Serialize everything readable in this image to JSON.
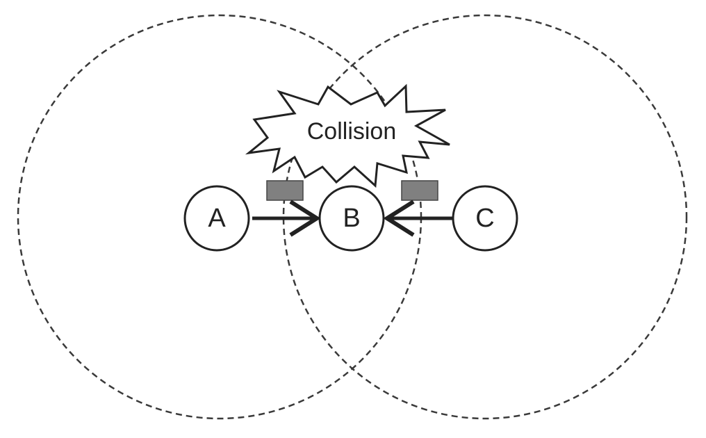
{
  "nodes": {
    "a": {
      "label": "A"
    },
    "b": {
      "label": "B"
    },
    "c": {
      "label": "C"
    }
  },
  "collision": {
    "label": "Collision"
  },
  "colors": {
    "stroke": "#222222",
    "range": "#3a3a3a",
    "packet": "#808080",
    "background": "#ffffff"
  }
}
